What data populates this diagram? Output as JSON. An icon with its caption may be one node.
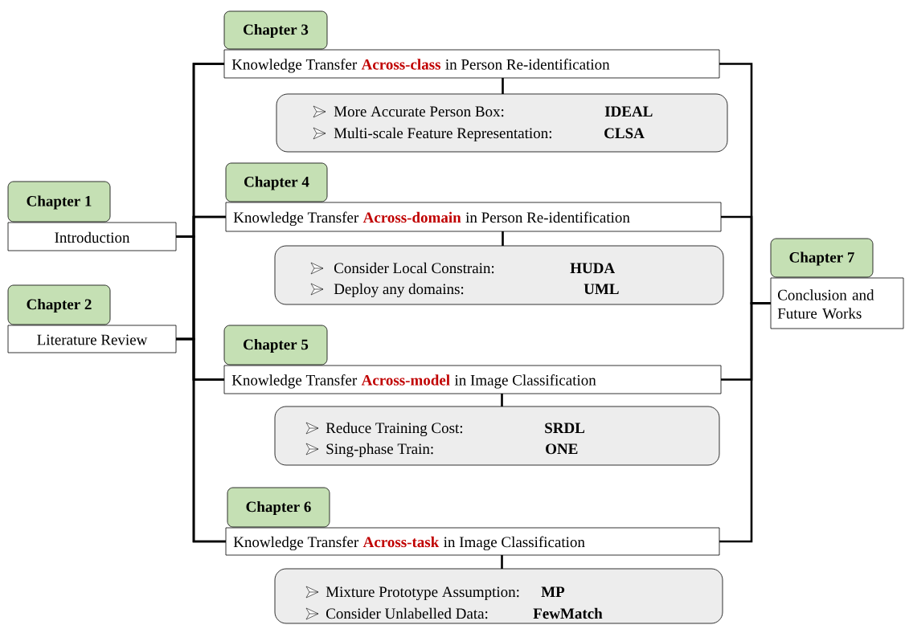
{
  "diagram": {
    "nodes": [
      {
        "text": [
          "Chapter 1"
        ]
      },
      {
        "text": [
          "Introduction"
        ]
      },
      {
        "text": [
          "Chapter 2"
        ]
      },
      {
        "text": [
          "Literature Review"
        ]
      },
      {
        "text": [
          "Chapter 3"
        ]
      },
      {
        "text": [
          "Knowledge Transfer",
          "Across-class",
          "in Person Re-identification"
        ]
      },
      {
        "text": [
          "More Accurate Person Box:",
          "IDEAL",
          "Multi-scale Feature Representation:",
          "CLSA"
        ]
      },
      {
        "text": [
          "Chapter 4"
        ]
      },
      {
        "text": [
          "Knowledge Transfer",
          "Across-domain",
          "in Person Re-identification"
        ]
      },
      {
        "text": [
          "Consider Local Constrain:",
          "HUDA",
          "Deploy any domains:",
          "UML"
        ]
      },
      {
        "text": [
          "Chapter 5"
        ]
      },
      {
        "text": [
          "Knowledge Transfer",
          "Across-model",
          "in Image Classification"
        ]
      },
      {
        "text": [
          "Reduce Training Cost:",
          "SRDL",
          "Sing-phase Train:",
          "ONE"
        ]
      },
      {
        "text": [
          "Chapter 6"
        ]
      },
      {
        "text": [
          "Knowledge Transfer",
          "Across-task",
          "in Image Classification"
        ]
      },
      {
        "text": [
          "Mixture Prototype Assumption:",
          "MP",
          "Consider Unlabelled Data:",
          "FewMatch"
        ]
      },
      {
        "text": [
          "Chapter 7"
        ]
      },
      {
        "text": [
          "Conclusion and Future Works"
        ]
      }
    ],
    "edges": [
      {
        "from": 1,
        "to": 5,
        "arrow": "none"
      },
      {
        "from": 1,
        "to": 8,
        "arrow": "none"
      },
      {
        "from": 1,
        "to": 11,
        "arrow": "none"
      },
      {
        "from": 1,
        "to": 14,
        "arrow": "none"
      },
      {
        "from": 3,
        "to": 5,
        "arrow": "none"
      },
      {
        "from": 3,
        "to": 8,
        "arrow": "none"
      },
      {
        "from": 3,
        "to": 11,
        "arrow": "none"
      },
      {
        "from": 3,
        "to": 14,
        "arrow": "none"
      },
      {
        "from": 5,
        "to": 6,
        "arrow": "none"
      },
      {
        "from": 8,
        "to": 9,
        "arrow": "none"
      },
      {
        "from": 11,
        "to": 12,
        "arrow": "none"
      },
      {
        "from": 14,
        "to": 15,
        "arrow": "none"
      },
      {
        "from": 5,
        "to": 17,
        "arrow": "none"
      },
      {
        "from": 8,
        "to": 17,
        "arrow": "none"
      },
      {
        "from": 11,
        "to": 17,
        "arrow": "none"
      },
      {
        "from": 14,
        "to": 17,
        "arrow": "none"
      }
    ]
  }
}
